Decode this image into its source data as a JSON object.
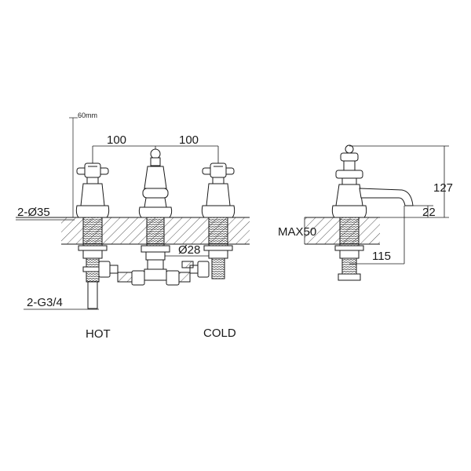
{
  "front_view": {
    "spout_height": "60mm",
    "spacing_left": "100",
    "spacing_right": "100",
    "hole_diameter": "2-Ø35",
    "connector_diameter": "Ø28",
    "thread_size": "2-G3/4",
    "hot_label": "HOT",
    "cold_label": "COLD"
  },
  "side_view": {
    "overall_height": "127",
    "spout_height": "22",
    "max_deck": "MAX50",
    "spout_reach": "115"
  },
  "colors": {
    "line": "#1a1a1a",
    "hatch": "#555555",
    "background": "#ffffff"
  }
}
